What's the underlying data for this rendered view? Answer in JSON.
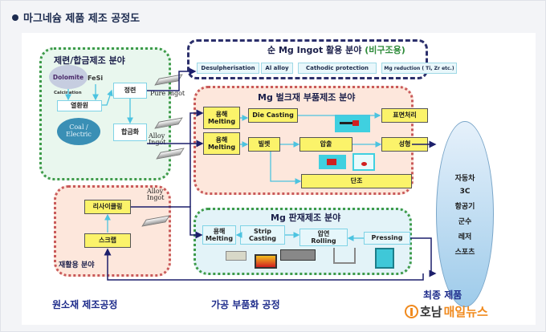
{
  "heading": "마그네슘 제품 제조 공정도",
  "colors": {
    "navy": "#1c2b4f",
    "bottom_label": "#1c2a8a",
    "green_text": "#2e8b3a",
    "yellow_box": "#fbf36a",
    "logo_orange": "#f08a1e"
  },
  "smelting": {
    "title": "제련/합금제조 분야",
    "dolomite": "Dolomite",
    "fesi": "FeSi",
    "calcination": "Calcination",
    "heat_reduction": "열환원",
    "coal_electric": "Coal / Electric",
    "refining": "정련",
    "alloying": "합금화"
  },
  "ingots": {
    "pure": "Pure Ingot",
    "alloy": "Alloy Ingot",
    "alloy_recycle": "Alloy Ingot"
  },
  "pure_mg": {
    "title_main": "순 Mg Ingot 활용 분야",
    "title_sub": "(비구조용)",
    "items": [
      "Desulpherisation",
      "Al alloy",
      "Cathodic protection",
      "Mg reduction ( Ti, Zr etc.)"
    ]
  },
  "bulk": {
    "title": "Mg 벌크재 부품제조 분야",
    "melting1": "용해\nMelting",
    "die_casting": "Die Casting",
    "surface": "표면처리",
    "melting2": "용해\nMelting",
    "billet": "빌렛",
    "extrusion": "압출",
    "forming": "성형",
    "forging": "단조"
  },
  "sheet": {
    "title": "Mg 판재제조 분야",
    "melting": "용해\nMelting",
    "strip_casting": "Strip\nCasting",
    "rolling": "압연\nRolling",
    "pressing": "Pressing"
  },
  "recycle": {
    "title": "재활용 분야",
    "recycling": "리사이클링",
    "scrap": "스크랩"
  },
  "products": [
    "자동차",
    "3C",
    "항공기",
    "군수",
    "레저",
    "스포츠"
  ],
  "bottom": {
    "raw": "원소재 제조공정",
    "processing": "가공 부품화 공정",
    "final": "최종 제품"
  },
  "logo": {
    "part1": "호남",
    "part2": "매일뉴스"
  }
}
